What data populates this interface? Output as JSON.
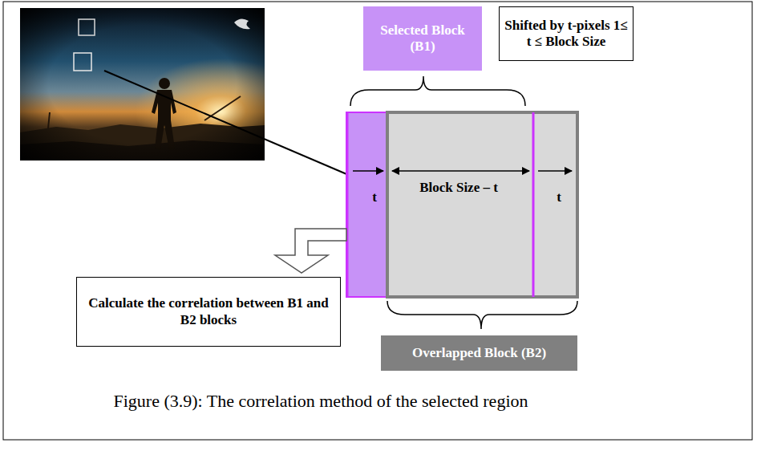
{
  "diagram": {
    "caption": "Figure (3.9): The correlation method of the selected region",
    "nodes": [
      {
        "text": [
          "Selected Block (B1)"
        ]
      },
      {
        "text": [
          "Shifted by t-pixels 1≤ t ≤ Block Size"
        ]
      },
      {
        "text": [
          "Calculate the correlation between B1 and B2 blocks"
        ]
      },
      {
        "text": [
          "Overlapped Block (B2)"
        ]
      }
    ],
    "labels": [
      "t",
      "Block Size – t",
      "t"
    ]
  }
}
